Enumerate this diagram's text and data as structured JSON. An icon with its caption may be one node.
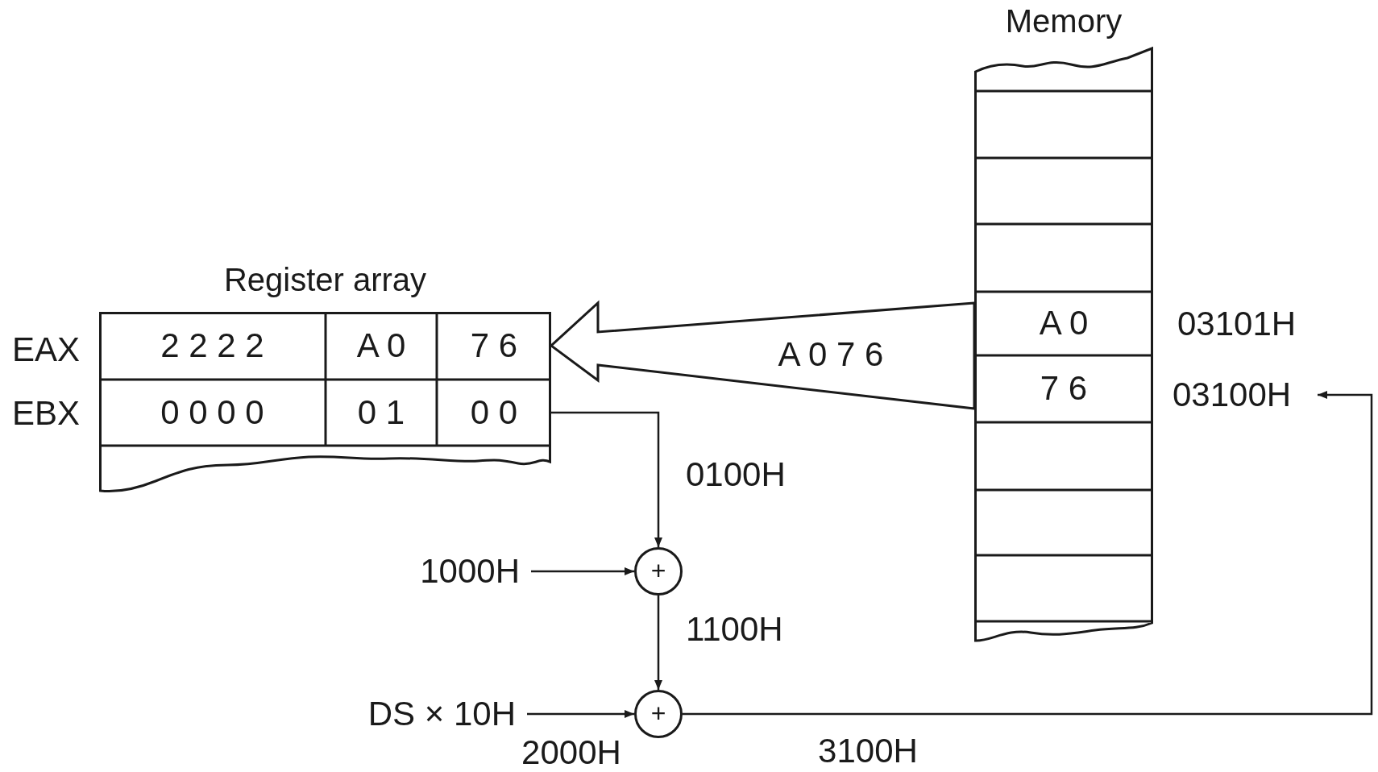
{
  "diagram": {
    "nodes": [
      {
        "text": [
          "Register array"
        ]
      },
      {
        "text": [
          "2 2 2 2"
        ],
        "in": 0
      },
      {
        "text": [
          "A 0"
        ],
        "in": 0
      },
      {
        "text": [
          "7 6"
        ],
        "in": 0
      },
      {
        "text": [
          "0 0 0 0"
        ],
        "in": 0
      },
      {
        "text": [
          "0 1"
        ],
        "in": 0
      },
      {
        "text": [
          "0 0"
        ],
        "in": 0
      },
      {
        "text": [
          "Memory"
        ]
      },
      {
        "text": [
          "A 0"
        ],
        "in": 7
      },
      {
        "text": [
          "7 6"
        ],
        "in": 7
      },
      {
        "text": [
          "+"
        ]
      },
      {
        "text": [
          "+"
        ]
      },
      {
        "text": [
          "1000H"
        ]
      },
      {
        "text": [
          "DS × 10H"
        ]
      },
      {
        "text": [
          "03100H"
        ]
      }
    ],
    "edges": [
      {
        "from": 6,
        "to": 10,
        "arrow": "to",
        "label": "0100H"
      },
      {
        "from": 12,
        "to": 10,
        "arrow": "to"
      },
      {
        "from": 10,
        "to": 11,
        "arrow": "to",
        "label": "1100H"
      },
      {
        "from": 13,
        "to": 11,
        "arrow": "to",
        "label": "2000H"
      },
      {
        "from": 11,
        "to": 14,
        "arrow": "to",
        "label": "3100H"
      },
      {
        "from": 8,
        "to": 3,
        "arrow": "to",
        "label": "A 0 7 6",
        "style": "thick"
      },
      {
        "from": 9,
        "to": 3,
        "arrow": "to",
        "style": "thick"
      }
    ],
    "labels": [
      "EAX",
      "EBX",
      "03101H"
    ]
  }
}
